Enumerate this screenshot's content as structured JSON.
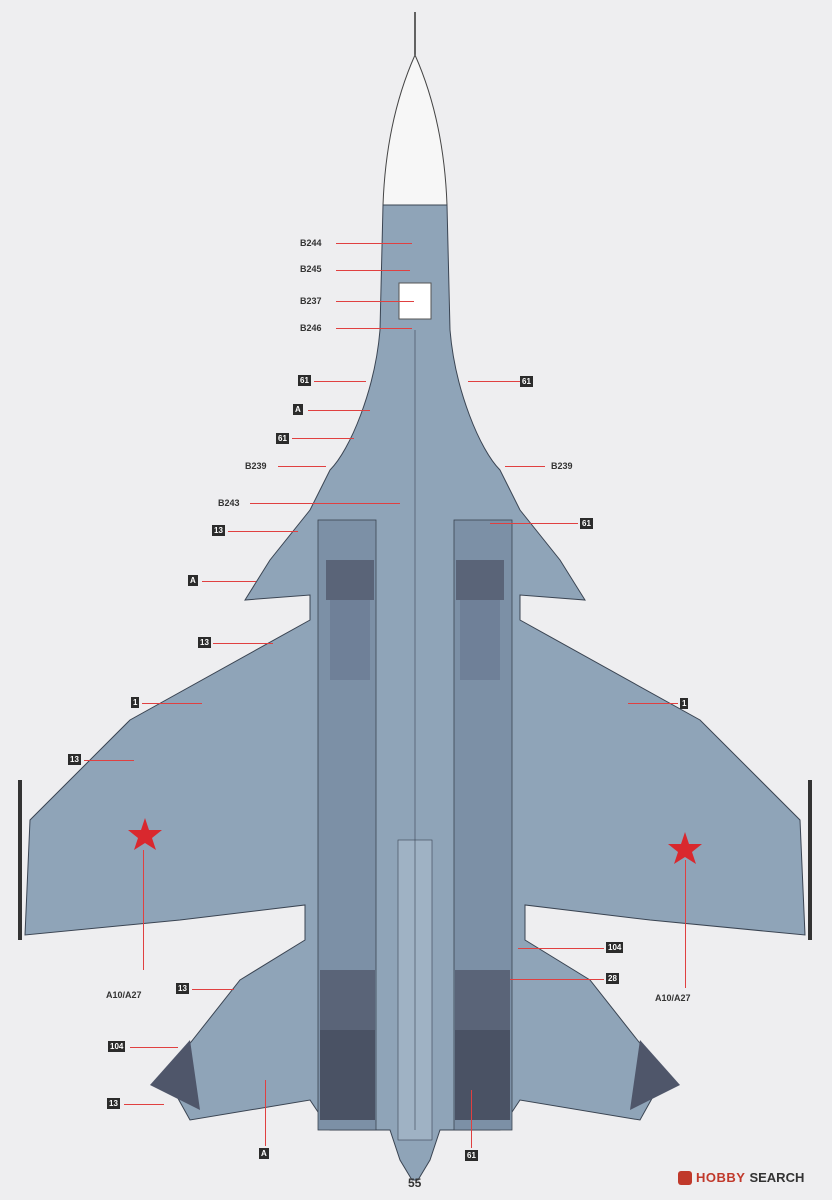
{
  "page_number": "55",
  "watermark": {
    "brand": "HOBBY",
    "suffix": "SEARCH"
  },
  "callouts": {
    "b244": "B244",
    "b245": "B245",
    "b237": "B237",
    "b246": "B246",
    "l61a": "61",
    "r61a": "61",
    "la1": "A",
    "l61b": "61",
    "lb239": "B239",
    "rb239": "B239",
    "lb243": "B243",
    "l13a": "13",
    "r61b": "61",
    "la2": "A",
    "l13b": "13",
    "l1": "1",
    "r1": "1",
    "l13c": "13",
    "r104": "104",
    "r28": "28",
    "la10": "A10/A27",
    "ra10": "A10/A27",
    "l13d": "13",
    "l104": "104",
    "l13e": "13",
    "la3": "A",
    "r61c": "61"
  },
  "colors": {
    "background": "#eeeef0",
    "aircraft_blue": "#8fa4b8",
    "panel_dark": "#5a6478",
    "star_red": "#d9282e",
    "leader_red": "#e04040"
  }
}
